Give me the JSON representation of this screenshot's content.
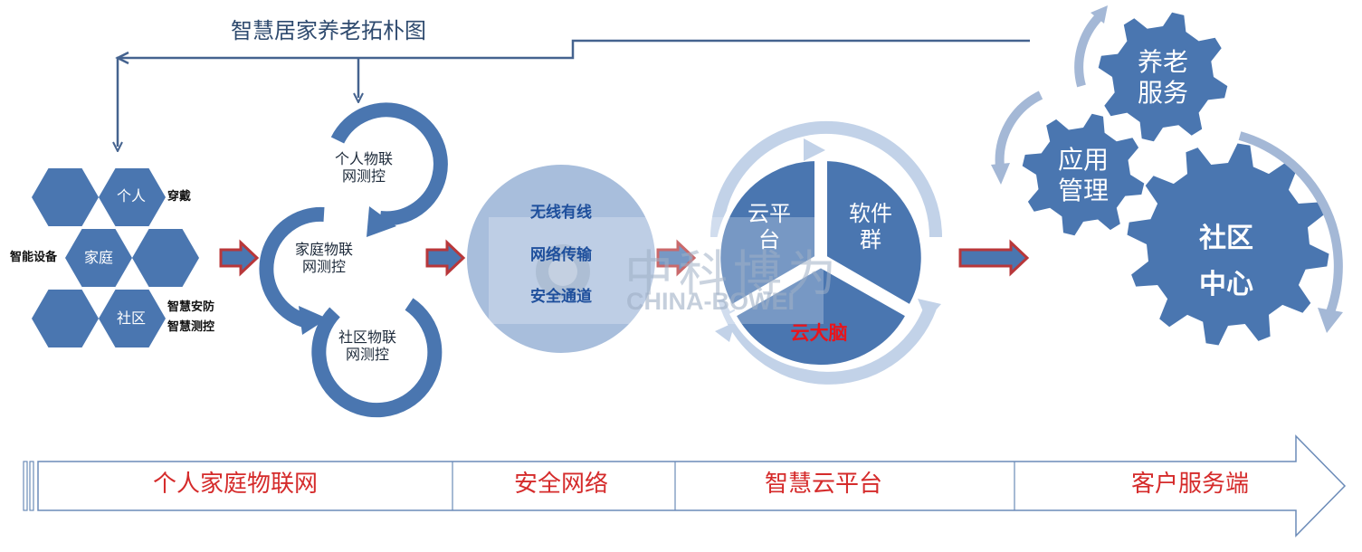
{
  "title": "智慧居家养老拓朴图",
  "hexes": {
    "person": "个人",
    "home": "家庭",
    "community": "社区"
  },
  "side_labels": {
    "wearable": "穿戴",
    "smart_device": "智能设备",
    "security": "智慧安防",
    "monitoring": "智慧测控"
  },
  "iot_loops": {
    "personal": [
      "个人物联",
      "网测控"
    ],
    "home": [
      "家庭物联",
      "网测控"
    ],
    "community": [
      "社区物联",
      "网测控"
    ]
  },
  "network": {
    "wireless": "无线有线",
    "transfer": "网络传输",
    "channel": "安全通道"
  },
  "cloud": {
    "platform": [
      "云平",
      "台"
    ],
    "software": [
      "软件",
      "群"
    ],
    "brain": "云大脑"
  },
  "gears": {
    "elderly_service": [
      "养老",
      "服务"
    ],
    "app_management": [
      "应用",
      "管理"
    ],
    "community_center": [
      "社区",
      "中心"
    ]
  },
  "band": {
    "seg1": "个人家庭物联网",
    "seg2": "安全网络",
    "seg3": "智慧云平台",
    "seg4": "客户服务端"
  },
  "watermark": {
    "cn": "中科博为",
    "en": "CHINA-BOWEI"
  },
  "colors": {
    "primary": "#4a76b0",
    "light": "#a4b8d6",
    "pale": "#c2d2e8",
    "line": "#45638f",
    "arrow_red": "#b8373a",
    "brain_red": "#e8151c",
    "band_text": "#d52b2b"
  }
}
